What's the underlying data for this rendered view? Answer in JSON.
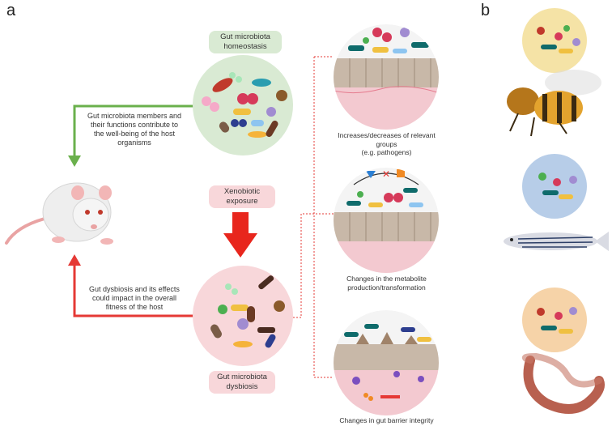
{
  "panels": {
    "a": "a",
    "b": "b"
  },
  "homeostasis_label": "Gut microbiota\nhomeostasis",
  "dysbiosis_label": "Gut microbiota\ndysbiosis",
  "xenobiotic_label": "Xenobiotic\nexposure",
  "green_arrow_text": "Gut microbiota members and\ntheir functions contribute to\nthe well-being of the host\norganisms",
  "red_arrow_text": "Gut dysbiosis and its effects\ncould impact in the overall\nfitness of the host",
  "effects": [
    {
      "caption": "Increases/decreases of relevant\ngroups\n(e.g. pathogens)"
    },
    {
      "caption": "Changes in the metabolite\nproduction/transformation"
    },
    {
      "caption": "Changes in  gut barrier integrity"
    }
  ],
  "hosts": [
    "honey-bee",
    "zebrafish",
    "earthworm"
  ],
  "colors": {
    "green_arrow": "#6ab04c",
    "red_arrow": "#e53935",
    "homeostasis_bg": "#d9ead3",
    "dysbiosis_bg": "#f8d7da",
    "bee_bg": "#f5e3a6",
    "fish_bg": "#b7cde8",
    "worm_bg": "#f6d3a8"
  }
}
